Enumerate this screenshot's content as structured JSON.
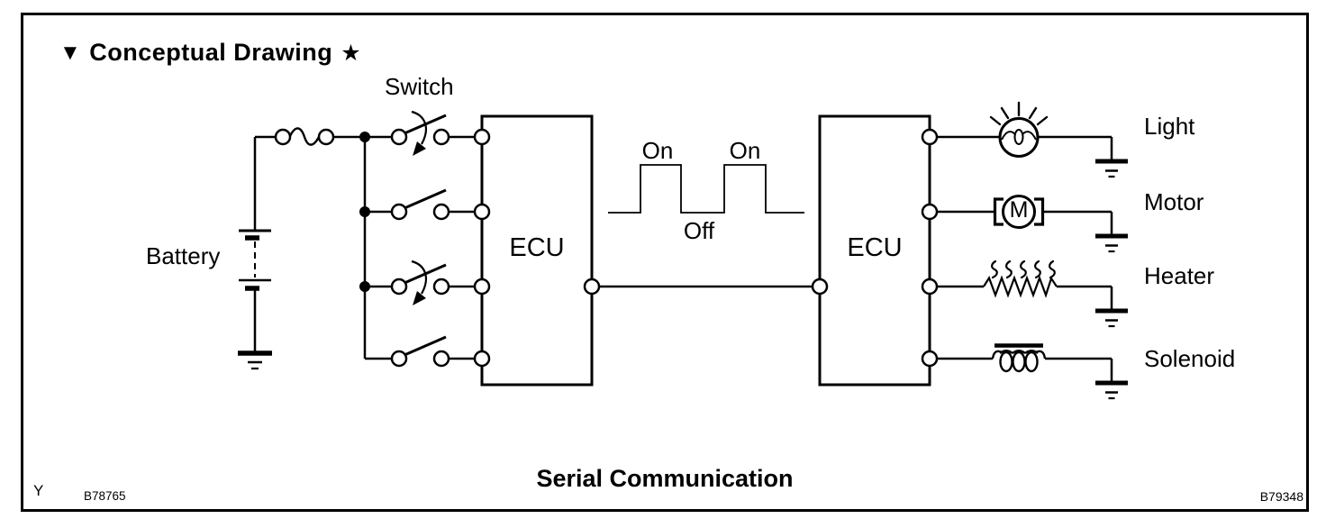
{
  "title": {
    "marker": "▼",
    "text": "Conceptual Drawing",
    "star": "★"
  },
  "diagram": {
    "switch_label": "Switch",
    "battery_label": "Battery",
    "ecu_left": "ECU",
    "ecu_right": "ECU",
    "pulse_on_1": "On",
    "pulse_on_2": "On",
    "pulse_off": "Off",
    "motor_letter": "M",
    "loads": [
      "Light",
      "Motor",
      "Heater",
      "Solenoid"
    ]
  },
  "caption": "Serial Communication",
  "footer": {
    "mark": "Y",
    "code_left": "B78765",
    "code_right": "B79348"
  },
  "colors": {
    "ink": "#000000",
    "background": "#ffffff"
  }
}
